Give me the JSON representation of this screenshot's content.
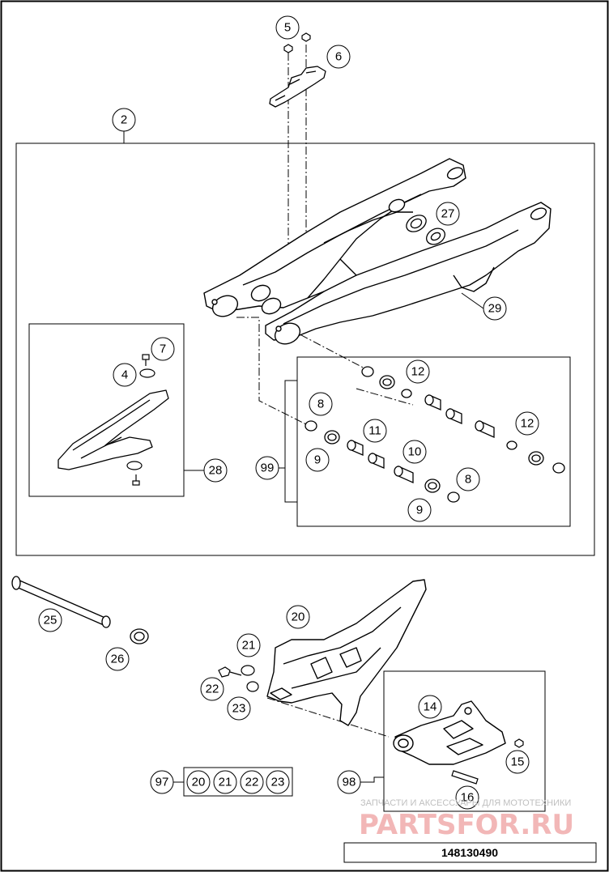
{
  "callouts": {
    "c2": "2",
    "c4": "4",
    "c5": "5",
    "c6": "6",
    "c7": "7",
    "c8a": "8",
    "c8b": "8",
    "c9a": "9",
    "c9b": "9",
    "c10": "10",
    "c11": "11",
    "c12a": "12",
    "c12b": "12",
    "c14": "14",
    "c15": "15",
    "c16": "16",
    "c20": "20",
    "c21": "21",
    "c22": "22",
    "c23": "23",
    "c25": "25",
    "c26": "26",
    "c27": "27",
    "c28": "28",
    "c29": "29",
    "c97": "97",
    "c98": "98",
    "c99": "99"
  },
  "kit97": [
    "20",
    "21",
    "22",
    "23"
  ],
  "part_number": "148130490",
  "watermark": {
    "caption": "ЗАПЧАСТИ И АКСЕССУАРЫ ДЛЯ МОТОТЕХНИКИ",
    "brand": "PARTSFOR.RU"
  },
  "colors": {
    "line": "#000000",
    "watermark_text": "#f2b7b7",
    "watermark_caption": "#bfbfbf"
  }
}
